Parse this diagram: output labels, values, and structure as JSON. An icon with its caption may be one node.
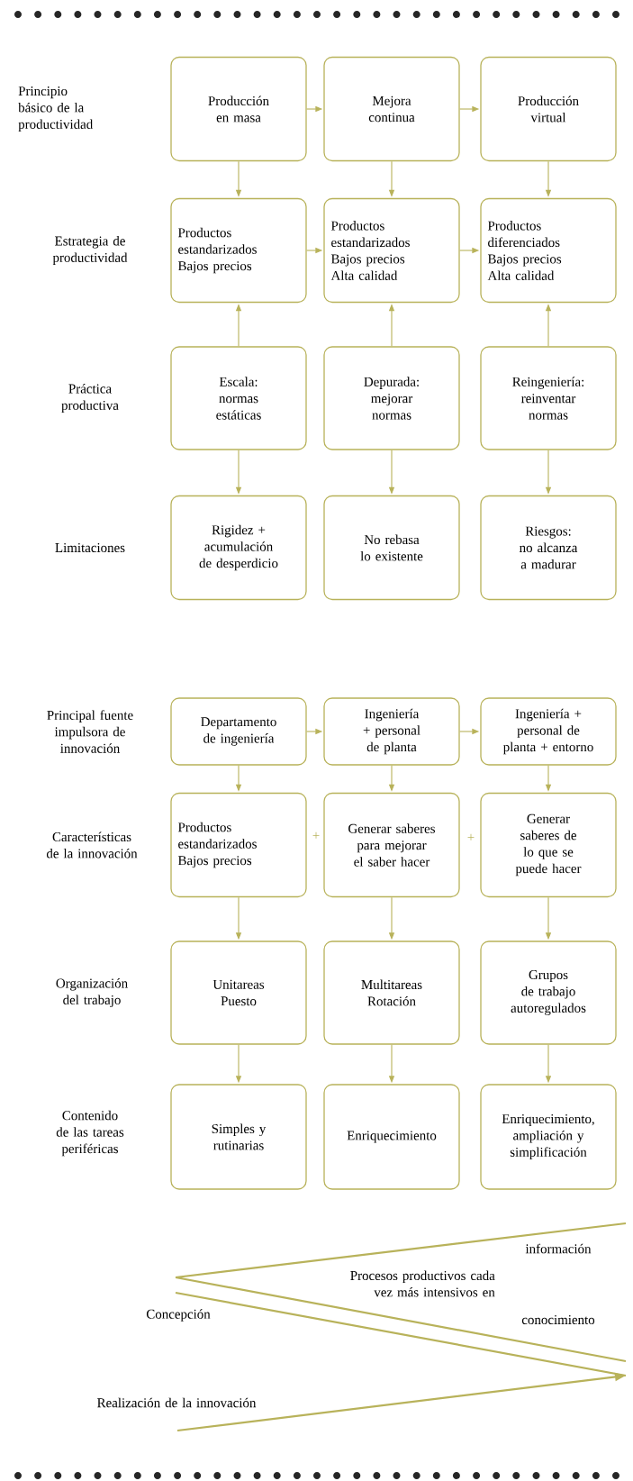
{
  "diagram": {
    "nodes": [
      {
        "text": [
          "Producción en masa"
        ]
      },
      {
        "text": [
          "Mejora continua"
        ]
      },
      {
        "text": [
          "Producción virtual"
        ]
      },
      {
        "text": [
          "Productos estandarizados",
          "Bajos precios"
        ]
      },
      {
        "text": [
          "Productos estandarizados",
          "Bajos precios",
          "Alta calidad"
        ]
      },
      {
        "text": [
          "Productos diferenciados",
          "Bajos precios",
          "Alta calidad"
        ]
      },
      {
        "text": [
          "Escala: normas estáticas"
        ]
      },
      {
        "text": [
          "Depurada: mejorar normas"
        ]
      },
      {
        "text": [
          "Reingeniería: reinventar normas"
        ]
      },
      {
        "text": [
          "Rigidez + acumulación de desperdicio"
        ]
      },
      {
        "text": [
          "No rebasa lo existente"
        ]
      },
      {
        "text": [
          "Riesgos: no alcanza a madurar"
        ]
      },
      {
        "text": [
          "Departamento de ingeniería"
        ]
      },
      {
        "text": [
          "Ingeniería + personal de planta"
        ]
      },
      {
        "text": [
          "Ingeniería + personal de planta + entorno"
        ]
      },
      {
        "text": [
          "Productos estandarizados",
          "Bajos precios"
        ]
      },
      {
        "text": [
          "Generar saberes para mejorar el saber hacer"
        ]
      },
      {
        "text": [
          "Generar saberes de lo que se puede hacer"
        ]
      },
      {
        "text": [
          "Unitareas",
          "Puesto"
        ]
      },
      {
        "text": [
          "Multitareas",
          "Rotación"
        ]
      },
      {
        "text": [
          "Grupos de trabajo autoregulados"
        ]
      },
      {
        "text": [
          "Simples y rutinarias"
        ]
      },
      {
        "text": [
          "Enriquecimiento"
        ]
      },
      {
        "text": [
          "Enriquecimiento, ampliación y simplificación"
        ]
      }
    ],
    "edges": [
      {
        "from": 0,
        "to": 1,
        "arrow": "to"
      },
      {
        "from": 1,
        "to": 2,
        "arrow": "to"
      },
      {
        "from": 0,
        "to": 3,
        "arrow": "to"
      },
      {
        "from": 1,
        "to": 4,
        "arrow": "to"
      },
      {
        "from": 2,
        "to": 5,
        "arrow": "to"
      },
      {
        "from": 3,
        "to": 4,
        "arrow": "to"
      },
      {
        "from": 4,
        "to": 5,
        "arrow": "to"
      },
      {
        "from": 6,
        "to": 3,
        "arrow": "to"
      },
      {
        "from": 7,
        "to": 4,
        "arrow": "to"
      },
      {
        "from": 8,
        "to": 5,
        "arrow": "to"
      },
      {
        "from": 6,
        "to": 9,
        "arrow": "to"
      },
      {
        "from": 7,
        "to": 10,
        "arrow": "to"
      },
      {
        "from": 8,
        "to": 11,
        "arrow": "to"
      },
      {
        "from": 12,
        "to": 13,
        "arrow": "to"
      },
      {
        "from": 13,
        "to": 14,
        "arrow": "to"
      },
      {
        "from": 12,
        "to": 15,
        "arrow": "to"
      },
      {
        "from": 13,
        "to": 16,
        "arrow": "to"
      },
      {
        "from": 14,
        "to": 17,
        "arrow": "to"
      },
      {
        "from": 15,
        "to": 18,
        "arrow": "to"
      },
      {
        "from": 16,
        "to": 19,
        "arrow": "to"
      },
      {
        "from": 17,
        "to": 20,
        "arrow": "to"
      },
      {
        "from": 18,
        "to": 21,
        "arrow": "to"
      },
      {
        "from": 19,
        "to": 22,
        "arrow": "to"
      },
      {
        "from": 20,
        "to": 23,
        "arrow": "to"
      }
    ],
    "labels": [
      "Principio básico de la productividad",
      "Estrategia de productividad",
      "Práctica productiva",
      "Limitaciones",
      "Principal fuente impulsora de innovación",
      "Características de la innovación",
      "+",
      "+",
      "Organización del trabajo",
      "Contenido de las tareas periféricas",
      "información",
      "Procesos productivos cada vez más intensivos en",
      "Concepción",
      "conocimiento",
      "Realización de la innovación"
    ]
  }
}
